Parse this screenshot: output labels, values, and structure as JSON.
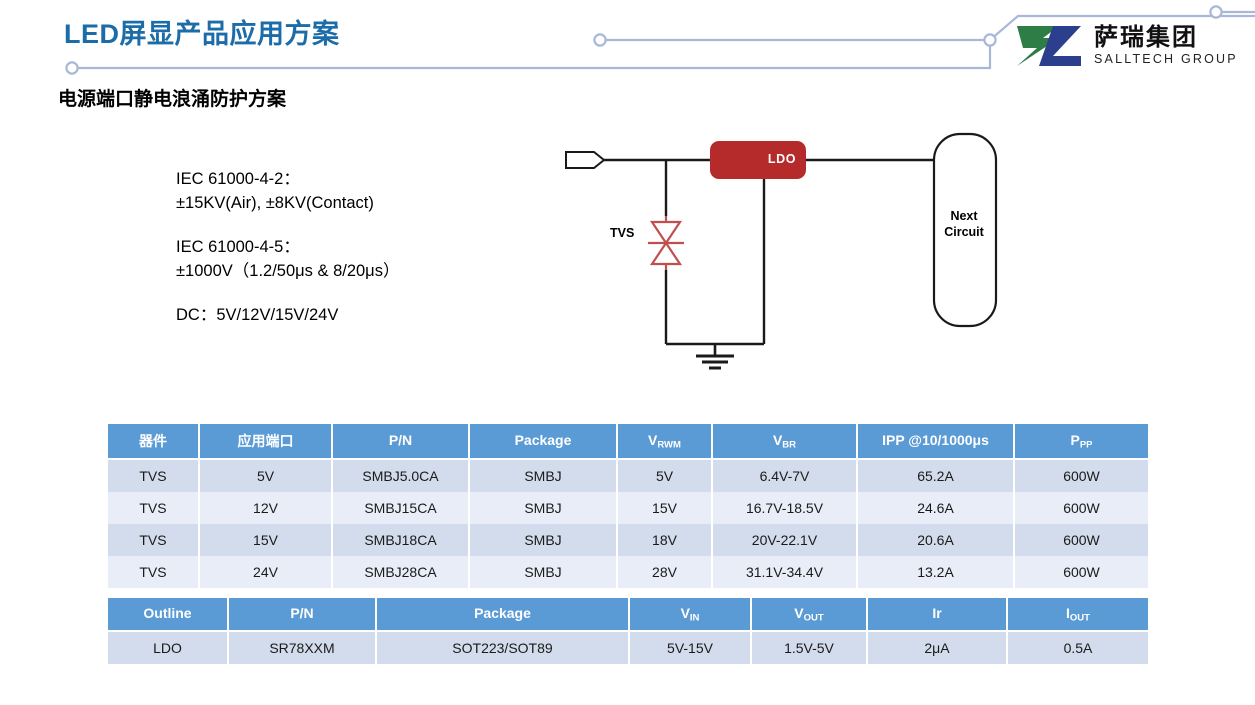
{
  "header": {
    "slide_title": "LED屏显产品应用方案",
    "section_title": "电源端口静电浪涌防护方案",
    "logo_cn": "萨瑞集团",
    "logo_en": "SALLTECH GROUP",
    "logo_green": "#2E7D46",
    "logo_blue": "#2B3F8C",
    "title_color": "#1B6CA8",
    "deco_line_color": "#A9B8D8"
  },
  "spec": {
    "groups": [
      {
        "line1": "IEC 61000-4-2：",
        "line2": "±15KV(Air), ±8KV(Contact)"
      },
      {
        "line1": "IEC 61000-4-5：",
        "line2": "±1000V（1.2/50μs & 8/20μs）"
      },
      {
        "line1": "DC：5V/12V/15V/24V",
        "line2": ""
      }
    ]
  },
  "circuit": {
    "tvs_label": "TVS",
    "ldo_label": "LDO",
    "next_line1": "Next",
    "next_line2": "Circuit",
    "ldo_color": "#B52B2B",
    "tvs_color": "#C0504D",
    "wire_color": "#1a1a1a"
  },
  "table_tvs": {
    "headers": [
      {
        "text": "器件",
        "sub": ""
      },
      {
        "text": "应用端口",
        "sub": ""
      },
      {
        "text": "P/N",
        "sub": ""
      },
      {
        "text": "Package",
        "sub": ""
      },
      {
        "text": "V",
        "sub": "RWM"
      },
      {
        "text": "V",
        "sub": "BR"
      },
      {
        "text": "IPP @10/1000μs",
        "sub": ""
      },
      {
        "text": "P",
        "sub": "PP"
      }
    ],
    "rows": [
      [
        "TVS",
        "5V",
        "SMBJ5.0CA",
        "SMBJ",
        "5V",
        "6.4V-7V",
        "65.2A",
        "600W"
      ],
      [
        "TVS",
        "12V",
        "SMBJ15CA",
        "SMBJ",
        "15V",
        "16.7V-18.5V",
        "24.6A",
        "600W"
      ],
      [
        "TVS",
        "15V",
        "SMBJ18CA",
        "SMBJ",
        "18V",
        "20V-22.1V",
        "20.6A",
        "600W"
      ],
      [
        "TVS",
        "24V",
        "SMBJ28CA",
        "SMBJ",
        "28V",
        "31.1V-34.4V",
        "13.2A",
        "600W"
      ]
    ]
  },
  "table_ldo": {
    "headers": [
      {
        "text": "Outline",
        "sub": ""
      },
      {
        "text": "P/N",
        "sub": ""
      },
      {
        "text": "Package",
        "sub": ""
      },
      {
        "text": "V",
        "sub": "IN"
      },
      {
        "text": "V",
        "sub": "OUT"
      },
      {
        "text": "Ir",
        "sub": ""
      },
      {
        "text": "I",
        "sub": "OUT"
      }
    ],
    "rows": [
      [
        "LDO",
        "SR78XXM",
        "SOT223/SOT89",
        "5V-15V",
        "1.5V-5V",
        "2μA",
        "0.5A"
      ]
    ]
  },
  "theme": {
    "header_bg": "#5B9BD5",
    "row_a_bg": "#D3DCEC",
    "row_b_bg": "#E8EDF7"
  }
}
